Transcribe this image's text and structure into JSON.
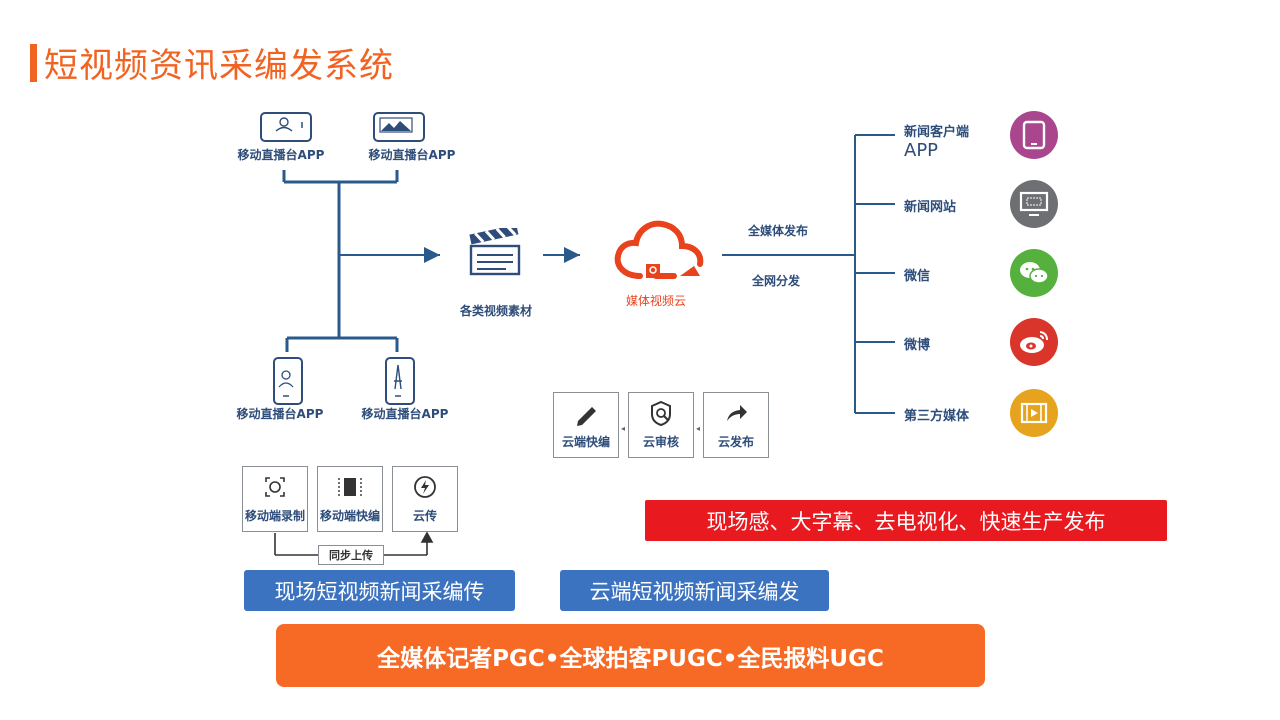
{
  "title": "短视频资讯采编发系统",
  "apps": {
    "top_left": "移动直播台APP",
    "top_right": "移动直播台APP",
    "bottom_left": "移动直播台APP",
    "bottom_right": "移动直播台APP"
  },
  "material_label": "各类视频素材",
  "cloud_label": "媒体视频云",
  "flow": {
    "publish": "全媒体发布",
    "distribute": "全网分发"
  },
  "channels": [
    {
      "line1": "新闻客户端",
      "line2": "APP",
      "icon": "tablet-icon",
      "color": "#a9468e"
    },
    {
      "line1": "新闻网站",
      "line2": "",
      "icon": "monitor-icon",
      "color": "#6d6f72"
    },
    {
      "line1": "微信",
      "line2": "",
      "icon": "wechat-icon",
      "color": "#55b03e"
    },
    {
      "line1": "微博",
      "line2": "",
      "icon": "weibo-icon",
      "color": "#d9352a"
    },
    {
      "line1": "第三方媒体",
      "line2": "",
      "icon": "video-icon",
      "color": "#e6a31e"
    }
  ],
  "cloud_tools": {
    "edit": "云端快编",
    "review": "云审核",
    "publish": "云发布"
  },
  "mobile_tools": {
    "record": "移动端录制",
    "edit": "移动端快编",
    "upload": "云传",
    "sync": "同步上传"
  },
  "banners": {
    "red": "现场感、大字幕、去电视化、快速生产发布",
    "blue_left": "现场短视频新闻采编传",
    "blue_right": "云端短视频新闻采编发",
    "orange": "全媒体记者PGC•全球拍客PUGC•全民报料UGC"
  },
  "colors": {
    "accent": "#f26322",
    "red": "#e8191f",
    "blue": "#3b73c1",
    "orange": "#f76a25",
    "line": "#2a5a8c"
  }
}
